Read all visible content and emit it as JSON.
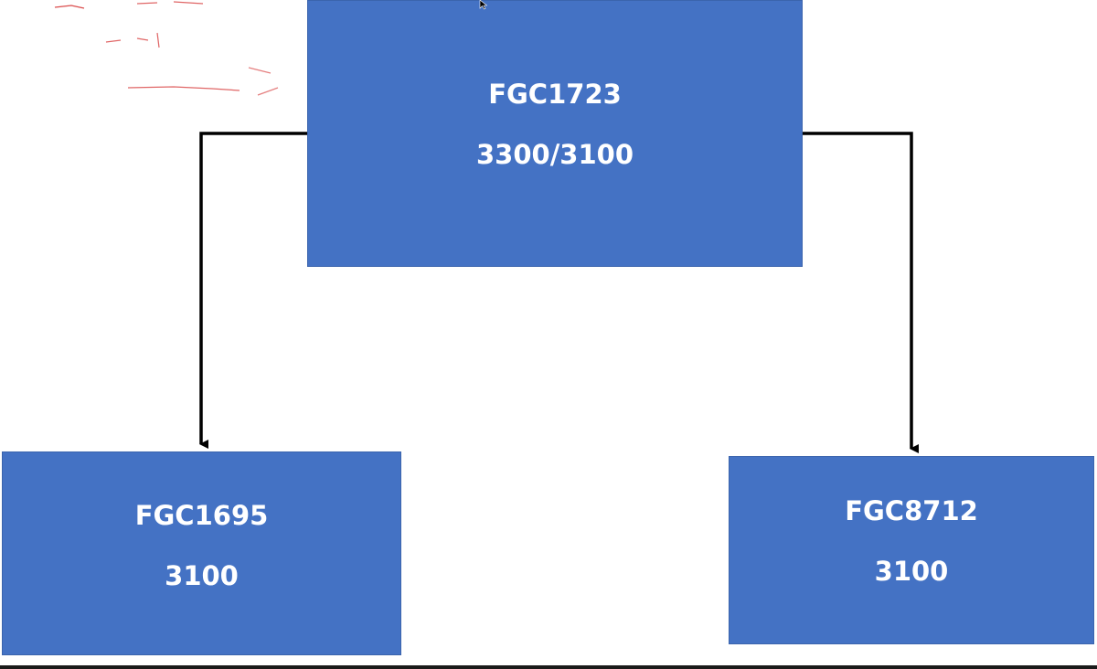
{
  "diagram": {
    "nodes": [
      {
        "id": "top",
        "name": "FGC1723",
        "value": "3300/3100"
      },
      {
        "id": "left",
        "name": "FGC1695",
        "value": "3100"
      },
      {
        "id": "right",
        "name": "FGC8712",
        "value": "3100"
      }
    ],
    "edges": [
      {
        "from": "top",
        "to": "left"
      },
      {
        "from": "top",
        "to": "right"
      }
    ]
  },
  "colors": {
    "node_fill": "#4472c4",
    "node_text": "#ffffff",
    "connector": "#000000",
    "annotation": "#cc0000"
  },
  "icons": {
    "cursor": "mouse-pointer-icon"
  }
}
